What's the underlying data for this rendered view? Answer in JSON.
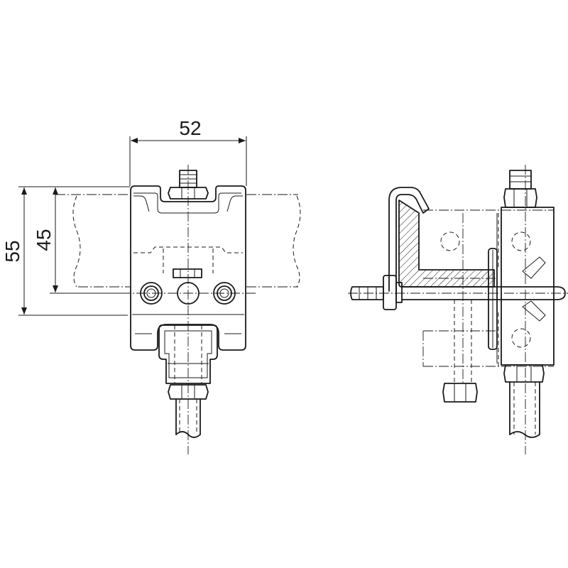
{
  "dimensions": {
    "width": "52",
    "height_outer": "55",
    "height_inner": "45"
  }
}
